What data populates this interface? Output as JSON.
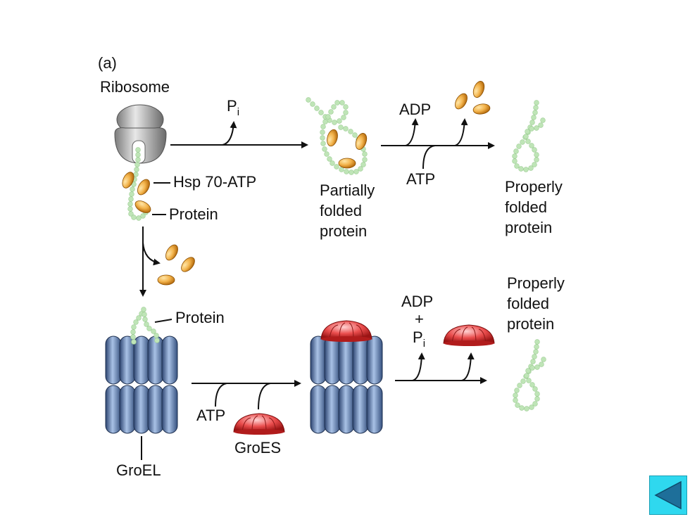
{
  "figure": {
    "panel_label": "(a)",
    "labels": {
      "ribosome": "Ribosome",
      "hsp70_atp": "Hsp 70-ATP",
      "protein_top": "Protein",
      "pi_top": "P",
      "pi_top_sub": "i",
      "partially_folded": [
        "Partially",
        "folded",
        "protein"
      ],
      "adp_top": "ADP",
      "atp_top": "ATP",
      "properly_folded_top": [
        "Properly",
        "folded",
        "protein"
      ],
      "protein_groel": "Protein",
      "groel": "GroEL",
      "atp_bottom": "ATP",
      "groes": "GroES",
      "adp_bottom": "ADP",
      "plus": "+",
      "pi_bottom": "P",
      "pi_bottom_sub": "i",
      "properly_folded_bottom": [
        "Properly",
        "folded",
        "protein"
      ]
    }
  },
  "nav": {
    "back_icon": "triangle-left-icon"
  },
  "colors": {
    "chain": "#bfe5b7",
    "hsp70": "#f0a030",
    "groel": "#6688bb",
    "groes": "#e84c4c",
    "ribosome": "#b0b0b0",
    "nav_button": "#2fd8ef",
    "nav_triangle": "#1e6f9a"
  }
}
